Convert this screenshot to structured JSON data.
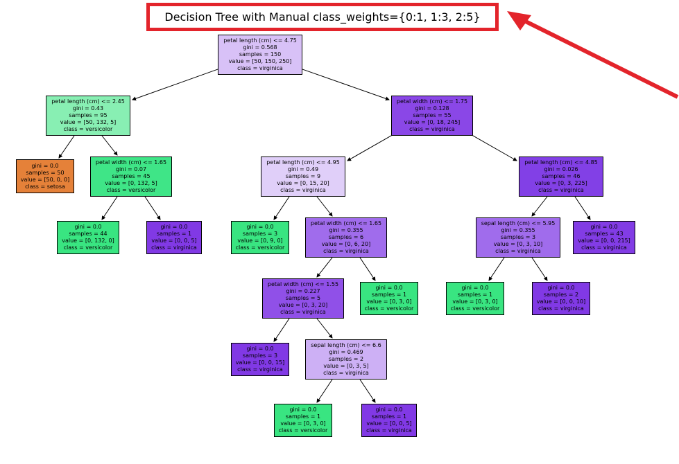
{
  "title": "Decision Tree with Manual class_weights={0:1, 1:3, 2:5}",
  "annotation": {
    "color": "#e3242b"
  },
  "tree": {
    "nodes": [
      {
        "id": "root",
        "color": "#d8c1f7",
        "lines": [
          "petal length (cm) <= 4.75",
          "gini = 0.568",
          "samples = 150",
          "value = [50, 150, 250]",
          "class = virginica"
        ]
      },
      {
        "id": "n1",
        "color": "#88efb3",
        "lines": [
          "petal length (cm) <= 2.45",
          "gini = 0.43",
          "samples = 95",
          "value = [50, 132, 5]",
          "class = versicolor"
        ]
      },
      {
        "id": "n2",
        "color": "#e58139",
        "lines": [
          "gini = 0.0",
          "samples = 50",
          "value = [50, 0, 0]",
          "class = setosa"
        ]
      },
      {
        "id": "n3",
        "color": "#3fe587",
        "lines": [
          "petal width (cm) <= 1.65",
          "gini = 0.07",
          "samples = 45",
          "value = [0, 132, 5]",
          "class = versicolor"
        ]
      },
      {
        "id": "n4",
        "color": "#39e581",
        "lines": [
          "gini = 0.0",
          "samples = 44",
          "value = [0, 132, 0]",
          "class = versicolor"
        ]
      },
      {
        "id": "n5",
        "color": "#8139e5",
        "lines": [
          "gini = 0.0",
          "samples = 1",
          "value = [0, 0, 5]",
          "class = virginica"
        ]
      },
      {
        "id": "n6",
        "color": "#8a47e7",
        "lines": [
          "petal width (cm) <= 1.75",
          "gini = 0.128",
          "samples = 55",
          "value = [0, 18, 245]",
          "class = virginica"
        ]
      },
      {
        "id": "n7",
        "color": "#e0cff9",
        "lines": [
          "petal length (cm) <= 4.95",
          "gini = 0.49",
          "samples = 9",
          "value = [0, 15, 20]",
          "class = virginica"
        ]
      },
      {
        "id": "n8",
        "color": "#39e581",
        "lines": [
          "gini = 0.0",
          "samples = 3",
          "value = [0, 9, 0]",
          "class = versicolor"
        ]
      },
      {
        "id": "n9",
        "color": "#a06cec",
        "lines": [
          "petal width (cm) <= 1.65",
          "gini = 0.355",
          "samples = 6",
          "value = [0, 6, 20]",
          "class = virginica"
        ]
      },
      {
        "id": "n10",
        "color": "#9050e8",
        "lines": [
          "petal width (cm) <= 1.55",
          "gini = 0.227",
          "samples = 5",
          "value = [0, 3, 20]",
          "class = virginica"
        ]
      },
      {
        "id": "n11",
        "color": "#8139e5",
        "lines": [
          "gini = 0.0",
          "samples = 3",
          "value = [0, 0, 15]",
          "class = virginica"
        ]
      },
      {
        "id": "n12",
        "color": "#cdb0f5",
        "lines": [
          "sepal length (cm) <= 6.6",
          "gini = 0.469",
          "samples = 2",
          "value = [0, 3, 5]",
          "class = virginica"
        ]
      },
      {
        "id": "n13",
        "color": "#39e581",
        "lines": [
          "gini = 0.0",
          "samples = 1",
          "value = [0, 3, 0]",
          "class = versicolor"
        ]
      },
      {
        "id": "n14",
        "color": "#8139e5",
        "lines": [
          "gini = 0.0",
          "samples = 1",
          "value = [0, 0, 5]",
          "class = virginica"
        ]
      },
      {
        "id": "n15",
        "color": "#39e581",
        "lines": [
          "gini = 0.0",
          "samples = 1",
          "value = [0, 3, 0]",
          "class = versicolor"
        ]
      },
      {
        "id": "n16",
        "color": "#8240e6",
        "lines": [
          "petal length (cm) <= 4.85",
          "gini = 0.026",
          "samples = 46",
          "value = [0, 3, 225]",
          "class = virginica"
        ]
      },
      {
        "id": "n17",
        "color": "#a06cec",
        "lines": [
          "sepal length (cm) <= 5.95",
          "gini = 0.355",
          "samples = 3",
          "value = [0, 3, 10]",
          "class = virginica"
        ]
      },
      {
        "id": "n18",
        "color": "#39e581",
        "lines": [
          "gini = 0.0",
          "samples = 1",
          "value = [0, 3, 0]",
          "class = versicolor"
        ]
      },
      {
        "id": "n19",
        "color": "#8139e5",
        "lines": [
          "gini = 0.0",
          "samples = 2",
          "value = [0, 0, 10]",
          "class = virginica"
        ]
      },
      {
        "id": "n20",
        "color": "#823ce5",
        "lines": [
          "gini = 0.0",
          "samples = 43",
          "value = [0, 0, 215]",
          "class = virginica"
        ]
      }
    ]
  }
}
